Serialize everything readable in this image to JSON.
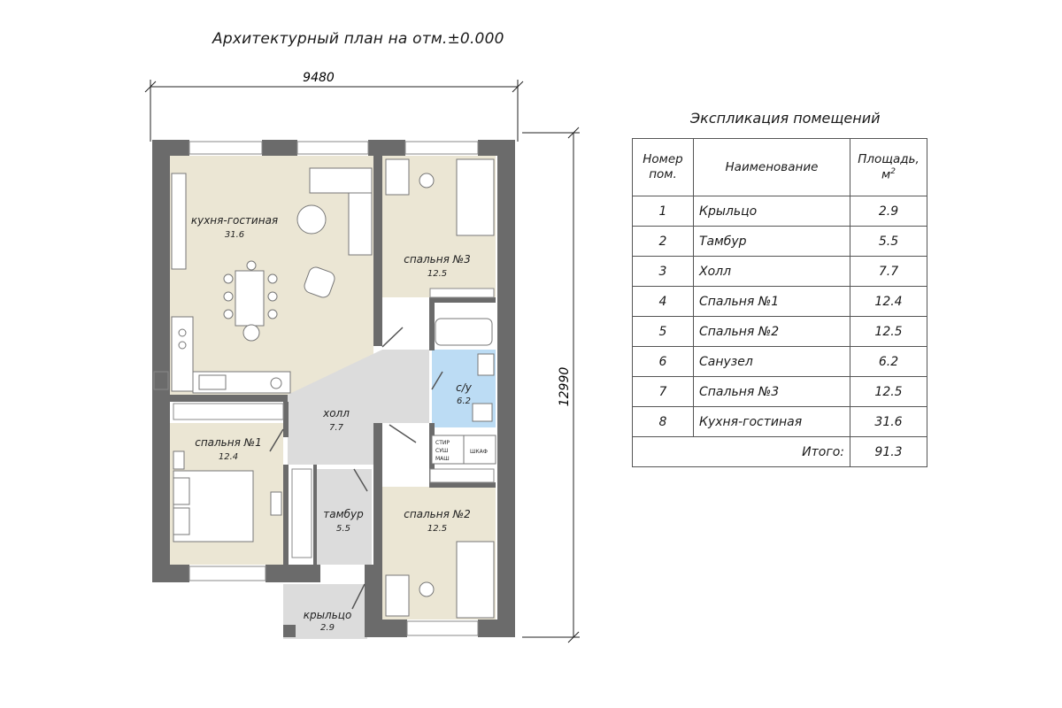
{
  "plan": {
    "title": "Архитектурный план на отм.±0.000",
    "dim_width": "9480",
    "dim_height": "12990",
    "rooms": [
      {
        "name": "кухня-гостиная",
        "area": "31.6"
      },
      {
        "name": "спальня №3",
        "area": "12.5"
      },
      {
        "name": "с/у",
        "area": "6.2"
      },
      {
        "name": "холл",
        "area": "7.7"
      },
      {
        "name": "спальня №1",
        "area": "12.4"
      },
      {
        "name": "тамбур",
        "area": "5.5"
      },
      {
        "name": "спальня №2",
        "area": "12.5"
      },
      {
        "name": "крыльцо",
        "area": "2.9"
      }
    ],
    "closet_labels": {
      "laundry_1": "СТИР",
      "laundry_2": "СУШ",
      "laundry_3": "МАШ",
      "wardrobe": "ШКАФ"
    }
  },
  "explication": {
    "title": "Экспликация помещений",
    "headers": {
      "num_1": "Номер",
      "num_2": "пом.",
      "name": "Наименование",
      "area_1": "Площадь,",
      "area_2": "м",
      "area_sup": "2"
    },
    "rows": [
      {
        "num": "1",
        "name": "Крыльцо",
        "area": "2.9"
      },
      {
        "num": "2",
        "name": "Тамбур",
        "area": "5.5"
      },
      {
        "num": "3",
        "name": "Холл",
        "area": "7.7"
      },
      {
        "num": "4",
        "name": "Спальня №1",
        "area": "12.4"
      },
      {
        "num": "5",
        "name": "Спальня №2",
        "area": "12.5"
      },
      {
        "num": "6",
        "name": "Санузел",
        "area": "6.2"
      },
      {
        "num": "7",
        "name": "Спальня №3",
        "area": "12.5"
      },
      {
        "num": "8",
        "name": "Кухня-гостиная",
        "area": "31.6"
      }
    ],
    "total_label": "Итого:",
    "total_value": "91.3"
  },
  "colors": {
    "wall": "#6b6b6b",
    "living": "#ebe6d4",
    "hall": "#dcdcdc",
    "bath": "#bcdcf4"
  }
}
